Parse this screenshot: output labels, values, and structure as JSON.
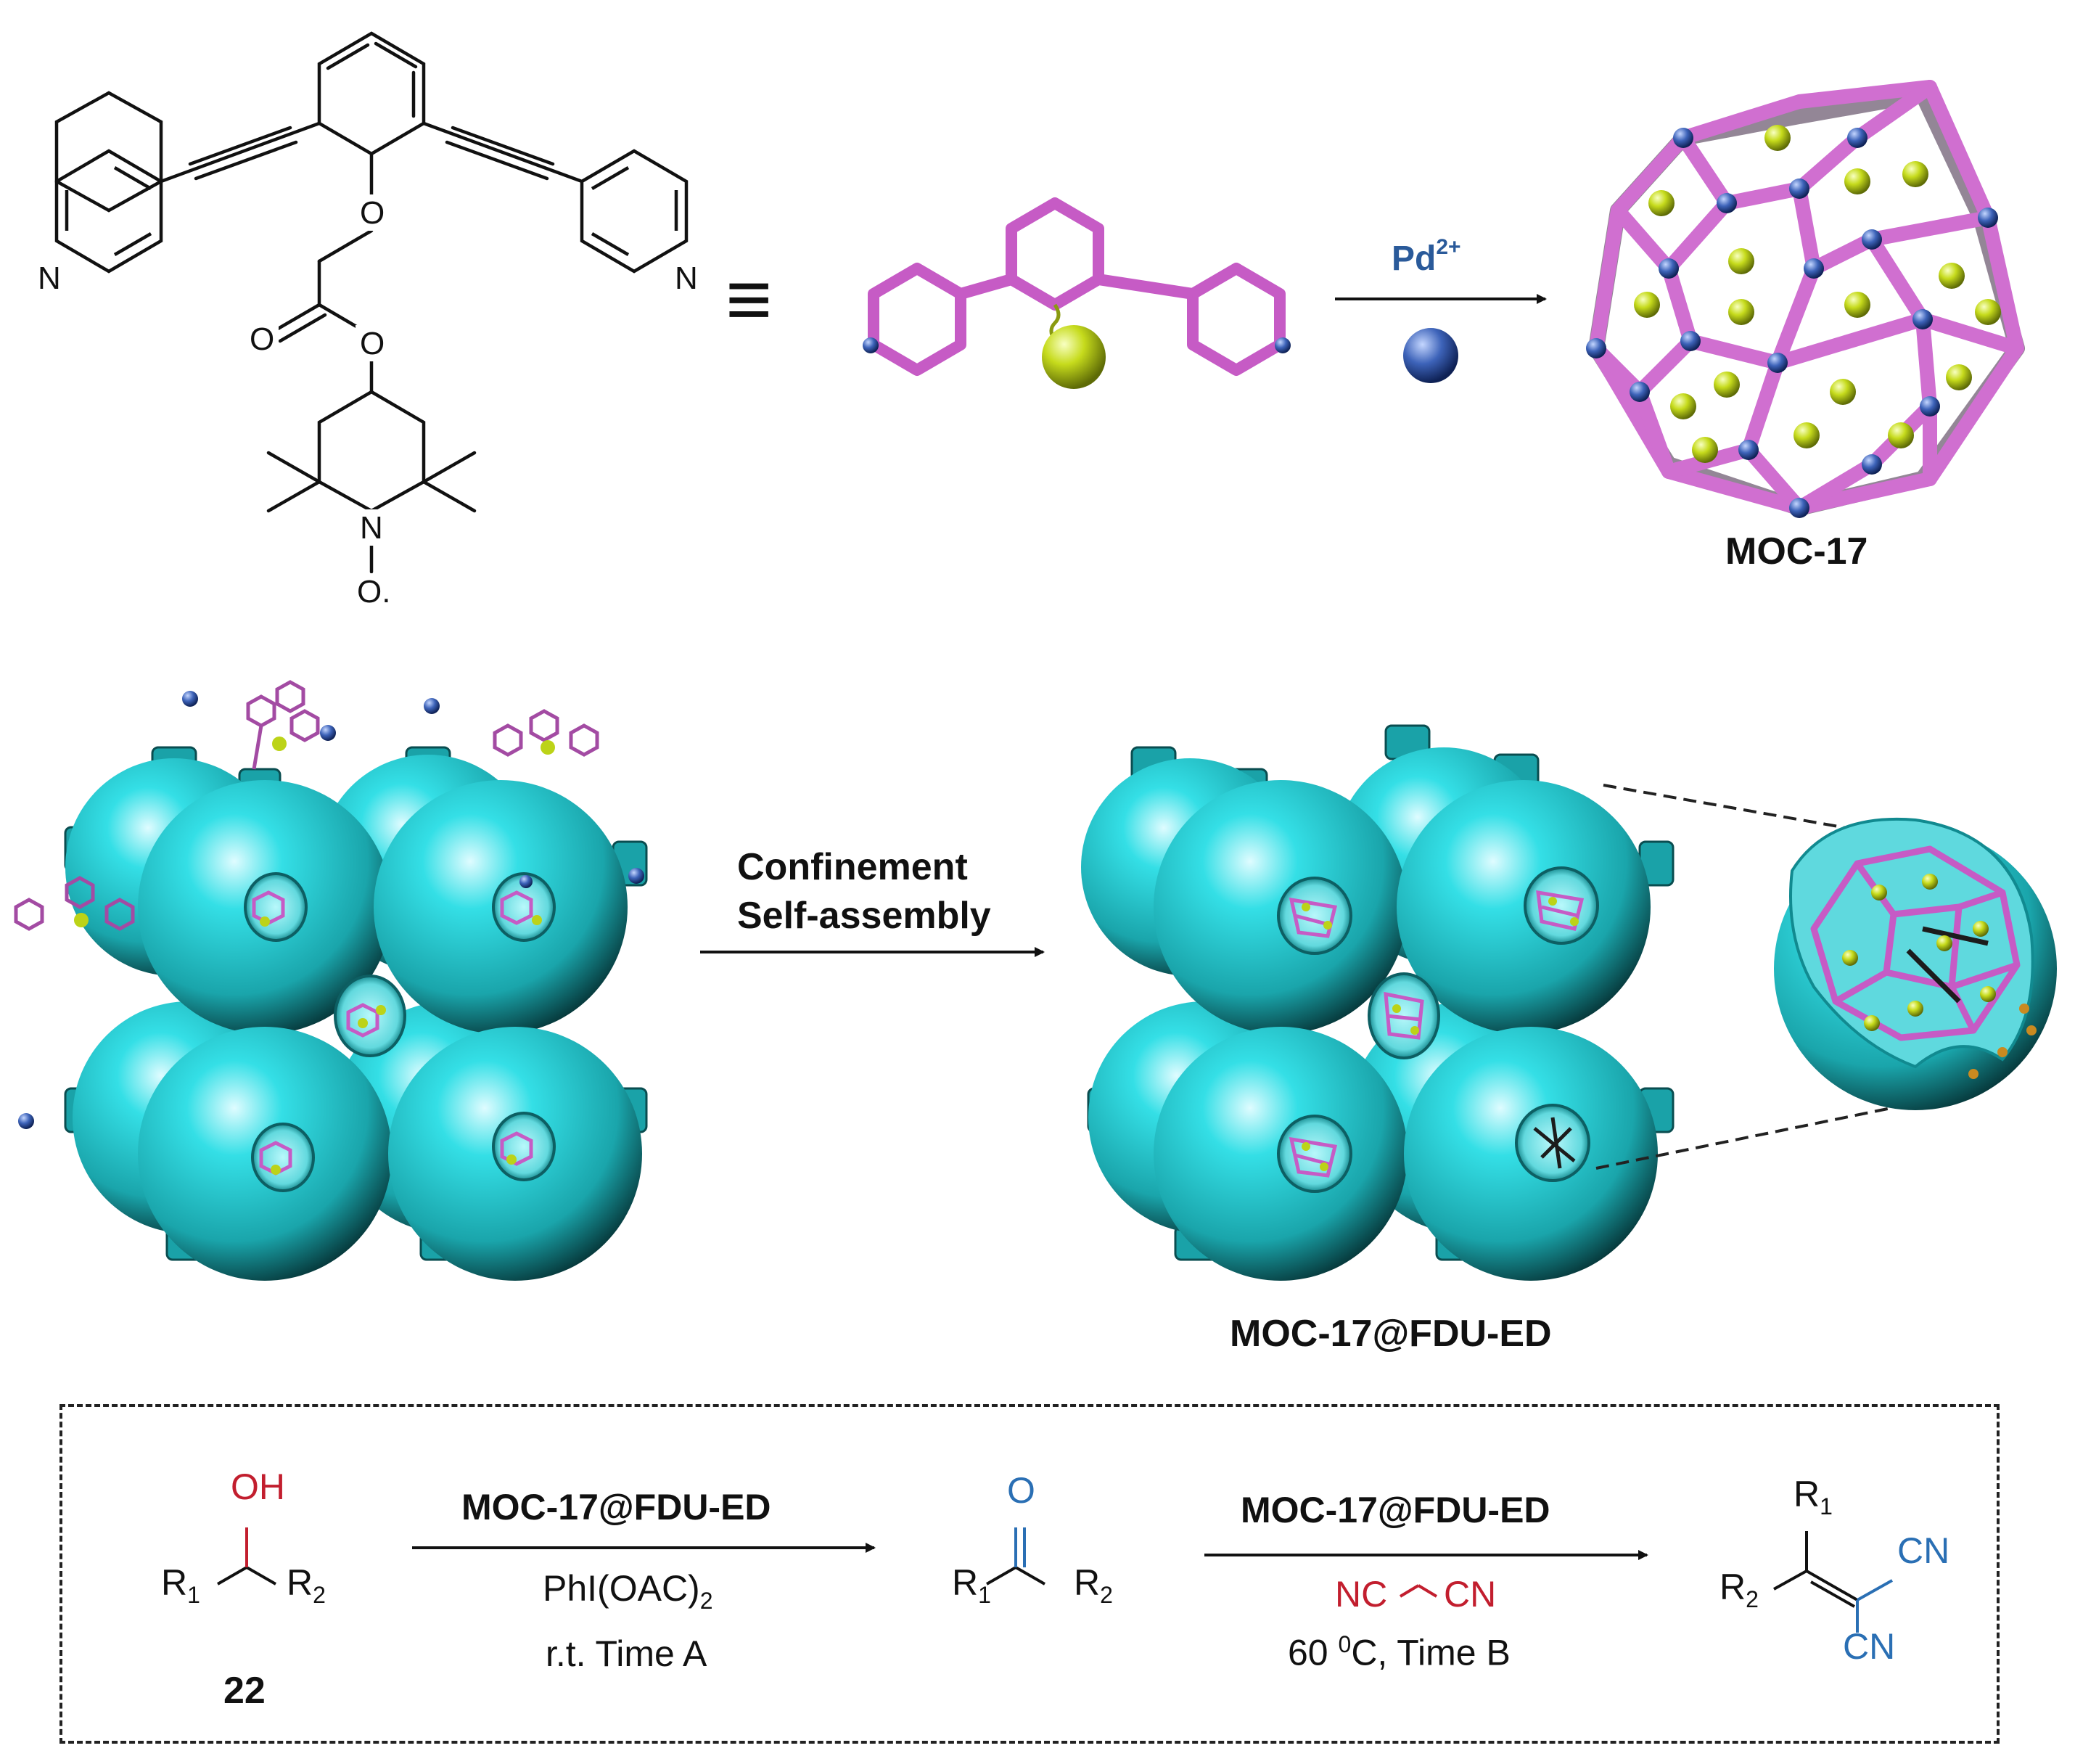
{
  "structure": {
    "atoms": {
      "n_left": "N",
      "n_right": "N",
      "o_ether": "O",
      "o_carbonyl": "O",
      "o_ester": "O",
      "n_ring": "N",
      "o_radical": "O."
    },
    "equiv_symbol": "≡"
  },
  "reaction1": {
    "reagent": "Pd",
    "reagent_sup": "2+",
    "product": "MOC-17"
  },
  "reaction2": {
    "line1": "Confinement",
    "line2": "Self-assembly",
    "product": "MOC-17@FDU-ED"
  },
  "scheme": {
    "step1_catalyst": "MOC-17@FDU-ED",
    "step1_oxidant": "PhI(OAC)",
    "step1_oxidant_sub": "2",
    "step1_conditions": "r.t. Time A",
    "step2_catalyst": "MOC-17@FDU-ED",
    "step2_temp": "60 ",
    "step2_temp_sup": "0",
    "step2_conditions": "C, Time B",
    "substrate_number": "22",
    "oh": "OH",
    "o": "O",
    "nc": "NC",
    "cn": "CN",
    "r": "R",
    "sub1": "1",
    "sub2": "2"
  },
  "colors": {
    "magenta": "#c65bc5",
    "yellow_green": "#bcd318",
    "cyan": "#2ed1d4",
    "pd_blue": "#3b5fb0",
    "red_label": "#c21e2e",
    "blue_label": "#2a6fb4"
  }
}
